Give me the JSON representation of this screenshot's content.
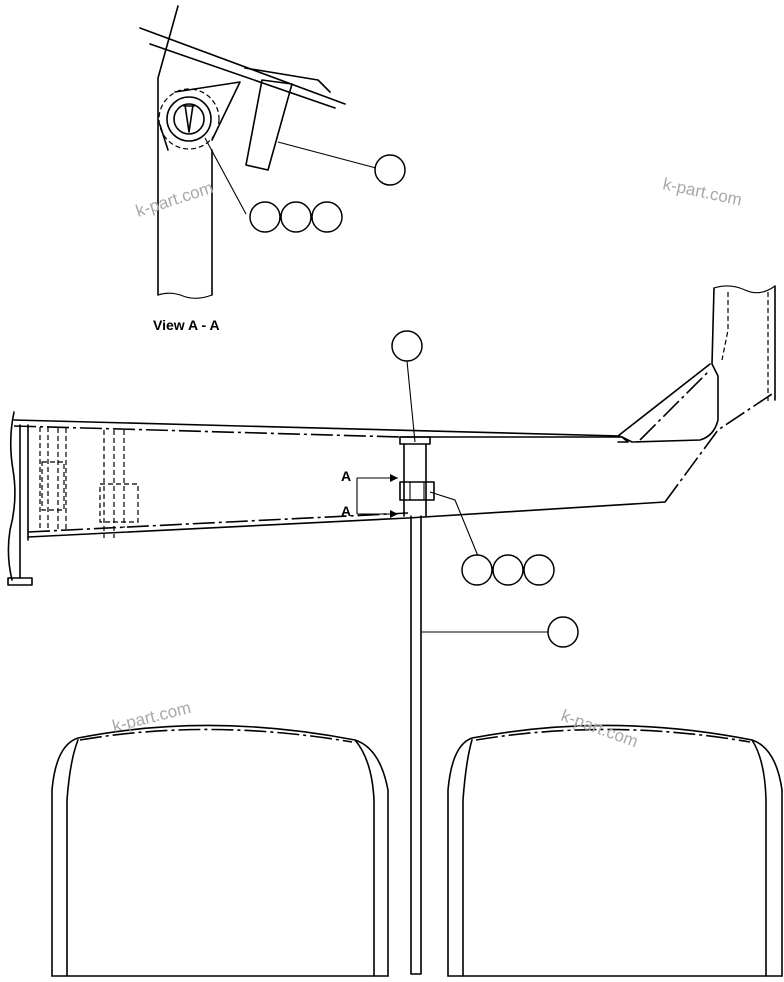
{
  "view_label": "View A - A",
  "section_marks": [
    "A",
    "A"
  ],
  "watermark": "k-part.com",
  "callouts": [
    {
      "id": "view-callout-single",
      "text": ""
    },
    {
      "id": "view-callout-triple-1",
      "text": ""
    },
    {
      "id": "view-callout-triple-2",
      "text": ""
    },
    {
      "id": "view-callout-triple-3",
      "text": ""
    },
    {
      "id": "main-callout-top",
      "text": ""
    },
    {
      "id": "main-callout-triple-1",
      "text": ""
    },
    {
      "id": "main-callout-triple-2",
      "text": ""
    },
    {
      "id": "main-callout-triple-3",
      "text": ""
    },
    {
      "id": "main-callout-rod",
      "text": ""
    }
  ]
}
